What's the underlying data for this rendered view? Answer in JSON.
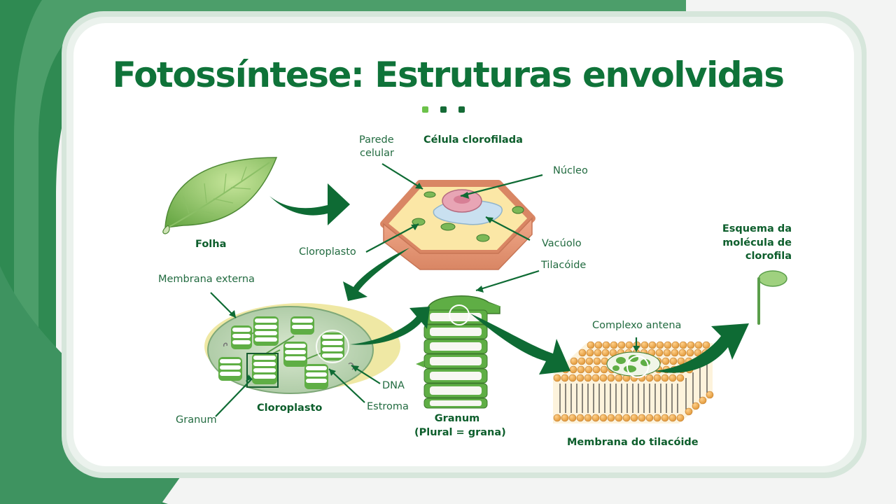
{
  "title": "Fotossíntese: Estruturas envolvidas",
  "colors": {
    "primary": "#0f7339",
    "accent": "#6cc24a",
    "arrow": "#0e6b34",
    "label": "#226b40"
  },
  "labels": {
    "folha": "Folha",
    "parede_line1": "Parede",
    "parede_line2": "celular",
    "celula": "Célula clorofilada",
    "nucleo": "Núcleo",
    "cloroplasto_cell": "Cloroplasto",
    "vacuolo": "Vacúolo",
    "tilacoide": "Tilacóide",
    "esquema_line1": "Esquema da",
    "esquema_line2": "molécula de",
    "esquema_line3": "clorofila",
    "membrana_externa": "Membrana externa",
    "complexo_antena": "Complexo antena",
    "dna": "DNA",
    "estroma": "Estroma",
    "granum_left": "Granum",
    "cloroplasto_bold": "Cloroplasto",
    "granum_line1": "Granum",
    "granum_line2": "(Plural = grana)",
    "membrana_tilacoide": "Membrana do tilacóide"
  }
}
